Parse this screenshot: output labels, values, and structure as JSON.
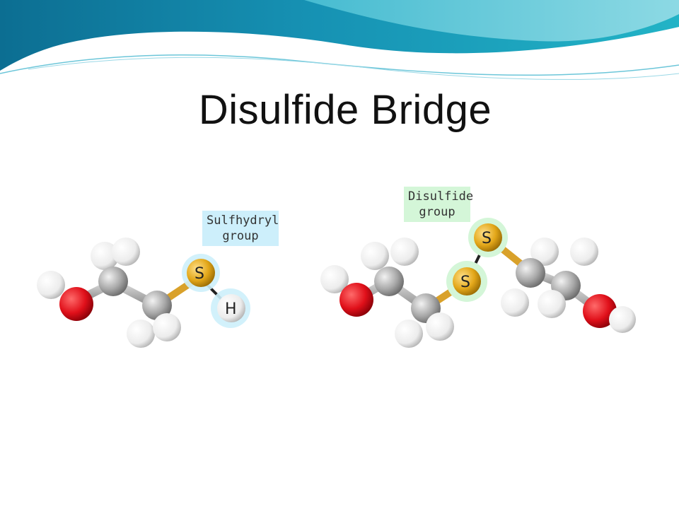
{
  "slide": {
    "title": "Disulfide Bridge"
  },
  "labels": {
    "sulfhydryl_line1": "Sulfhydryl",
    "sulfhydryl_line2": "group",
    "disulfide_line1": "Disulfide",
    "disulfide_line2": "group"
  },
  "atoms": {
    "sulfur_symbol": "S",
    "hydrogen_symbol": "H"
  },
  "colors": {
    "header_teal": "#1a9bb8",
    "header_dark": "#0b6f93",
    "oxygen": "#e0101a",
    "carbon": "#a8a8a8",
    "hydrogen": "#f2f2f2",
    "sulfur": "#e3a719",
    "sulfhydryl_highlight": "#cdeffb",
    "disulfide_highlight": "#d4f6d8"
  }
}
